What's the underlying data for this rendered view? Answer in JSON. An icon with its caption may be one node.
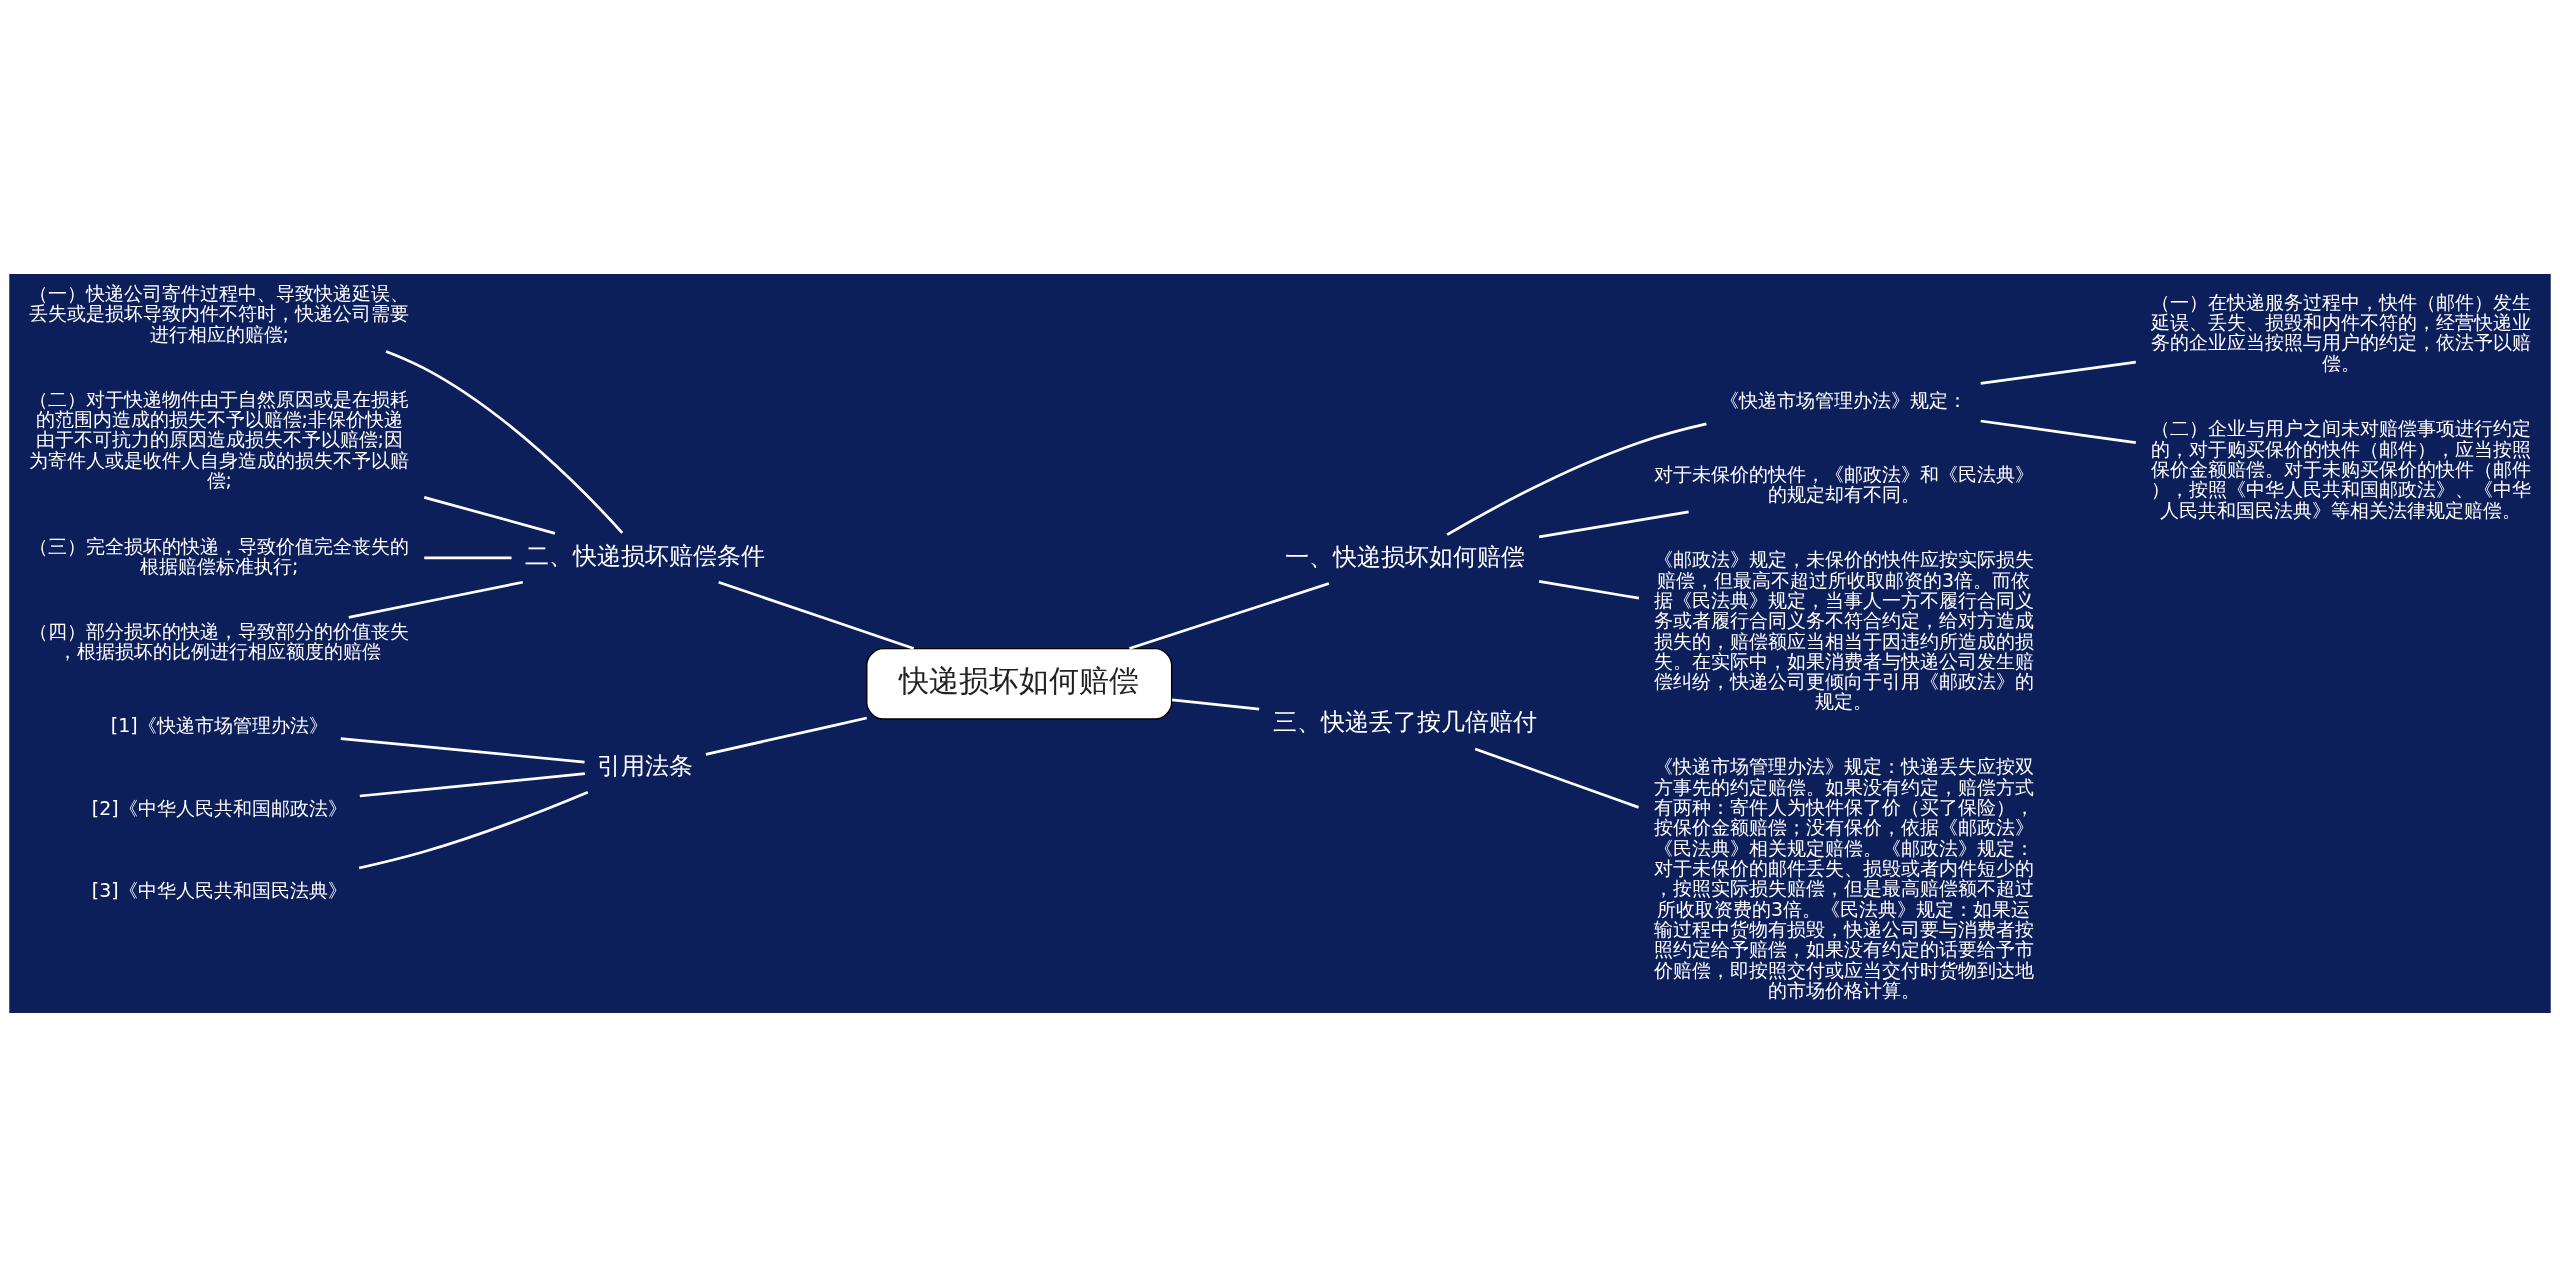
{
  "diagram": {
    "nodes": [
      {
        "text": [
          "快递损坏如何赔偿"
        ]
      },
      {
        "text": [
          "一、快递损坏如何赔偿"
        ]
      },
      {
        "text": [
          "《快递市场管理办法》规定："
        ]
      },
      {
        "text": [
          "（一）在快递服务过程中，快件（邮件）发生延误、丢失、损毁和内件不符的，经营快递业务的企业应当按照与用户的约定，依法予以赔偿。"
        ]
      },
      {
        "text": [
          "（二）企业与用户之间未对赔偿事项进行约定的，对于购买保价的快件（邮件），应当按照保价金额赔偿。对于未购买保价的快件（邮件），按照《中华人民共和国邮政法》、《中华人民共和国民法典》等相关法律规定赔偿。"
        ]
      },
      {
        "text": [
          "对于未保价的快件，《邮政法》和《民法典》的规定却有不同。"
        ]
      },
      {
        "text": [
          "《邮政法》规定，未保价的快件应按实际损失赔偿，但最高不超过所收取邮资的3倍。而依据《民法典》规定，当事人一方不履行合同义务或者履行合同义务不符合约定，给对方造成损失的，赔偿额应当相当于因违约所造成的损失。在实际中，如果消费者与快递公司发生赔偿纠纷，快递公司更倾向于引用《邮政法》的规定。"
        ]
      },
      {
        "text": [
          "二、快递损坏赔偿条件"
        ]
      },
      {
        "text": [
          "（一）快递公司寄件过程中、导致快递延误、丢失或是损坏导致内件不符时，快递公司需要进行相应的赔偿;"
        ]
      },
      {
        "text": [
          "（二）对于快递物件由于自然原因或是在损耗的范围内造成的损失不予以赔偿;非保价快递由于不可抗力的原因造成损失不予以赔偿;因为寄件人或是收件人自身造成的损失不予以赔偿;"
        ]
      },
      {
        "text": [
          "（三）完全损坏的快递，导致价值完全丧失的根据赔偿标准执行;"
        ]
      },
      {
        "text": [
          "（四）部分损坏的快递，导致部分的价值丧失，根据损坏的比例进行相应额度的赔偿"
        ]
      },
      {
        "text": [
          "引用法条"
        ]
      },
      {
        "text": [
          "[1]《快递市场管理办法》"
        ]
      },
      {
        "text": [
          "[2]《中华人民共和国邮政法》"
        ]
      },
      {
        "text": [
          "[3]《中华人民共和国民法典》"
        ]
      },
      {
        "text": [
          "三、快递丢了按几倍赔付"
        ]
      },
      {
        "text": [
          "《快递市场管理办法》规定：快递丢失应按双方事先的约定赔偿。如果没有约定，赔偿方式有两种：寄件人为快件保了价（买了保险），按保价金额赔偿；没有保价，依据《邮政法》《民法典》相关规定赔偿。《邮政法》规定：对于未保价的邮件丢失、损毁或者内件短少的，按照实际损失赔偿，但是最高赔偿额不超过所收取资费的3倍。《民法典》规定：如果运输过程中货物有损毁，快递公司要与消费者按照约定给予赔偿，如果没有约定的话要给予市价赔偿，即按照交付或应当交付时货物到达地的市场价格计算。"
        ]
      }
    ],
    "edges": [
      {
        "from": 0,
        "to": 1,
        "arrow": "none"
      },
      {
        "from": 1,
        "to": 2,
        "arrow": "none"
      },
      {
        "from": 2,
        "to": 3,
        "arrow": "none"
      },
      {
        "from": 2,
        "to": 4,
        "arrow": "none"
      },
      {
        "from": 1,
        "to": 5,
        "arrow": "none"
      },
      {
        "from": 1,
        "to": 6,
        "arrow": "none"
      },
      {
        "from": 0,
        "to": 7,
        "arrow": "none"
      },
      {
        "from": 7,
        "to": 8,
        "arrow": "none"
      },
      {
        "from": 7,
        "to": 9,
        "arrow": "none"
      },
      {
        "from": 7,
        "to": 10,
        "arrow": "none"
      },
      {
        "from": 7,
        "to": 11,
        "arrow": "none"
      },
      {
        "from": 0,
        "to": 12,
        "arrow": "none"
      },
      {
        "from": 12,
        "to": 13,
        "arrow": "none"
      },
      {
        "from": 12,
        "to": 14,
        "arrow": "none"
      },
      {
        "from": 12,
        "to": 15,
        "arrow": "none"
      },
      {
        "from": 0,
        "to": 16,
        "arrow": "none"
      },
      {
        "from": 16,
        "to": 17,
        "arrow": "none"
      }
    ]
  }
}
